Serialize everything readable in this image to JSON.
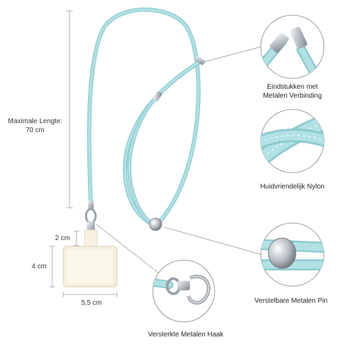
{
  "dimensions": {
    "max_length_label": "Maximale Lengte:",
    "max_length_value": "70 cm",
    "tab_height": "2 cm",
    "pad_height": "4 cm",
    "pad_width": "5,5 cm"
  },
  "callouts": {
    "end_pieces_line1": "Eindstukken met",
    "end_pieces_line2": "Metalen Verbinding",
    "nylon": "Huidvriendelijk Nylon",
    "pin": "Verstelbare Metalen Pin",
    "hook": "Versterkte Metalen Haak"
  },
  "colors": {
    "cord": "#a8dde0",
    "cord_shadow": "#7fc5ca",
    "metal": "#c7ccd1",
    "pad": "#f5efdd"
  }
}
